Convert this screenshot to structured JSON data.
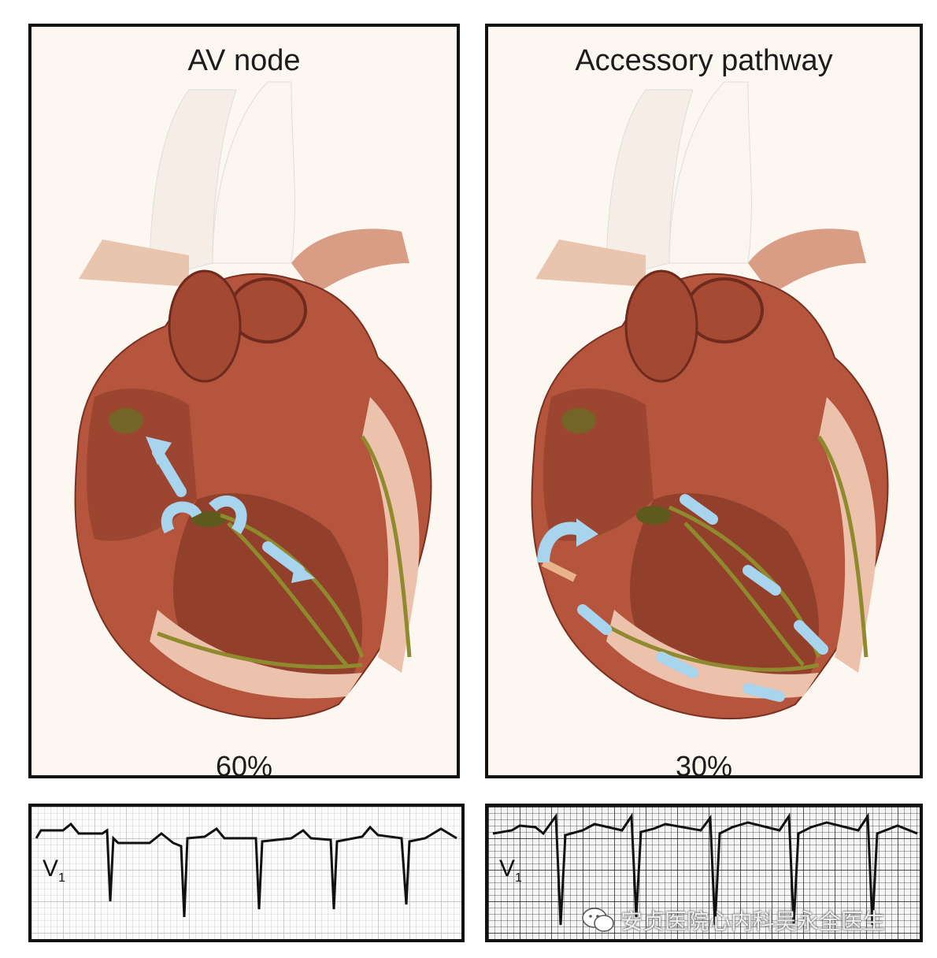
{
  "panels": [
    {
      "title": "AV node",
      "percent": "60%",
      "lead": "V",
      "lead_sub": "1"
    },
    {
      "title": "Accessory pathway",
      "percent": "30%",
      "lead": "V",
      "lead_sub": "1"
    }
  ],
  "watermark": {
    "text": "安贞医院心内科吴永全医生"
  },
  "colors": {
    "myocardium": "#b5553d",
    "chamber": "#9c4530",
    "conduction": "#8f8a2e",
    "arrow": "#a9d4ee"
  }
}
